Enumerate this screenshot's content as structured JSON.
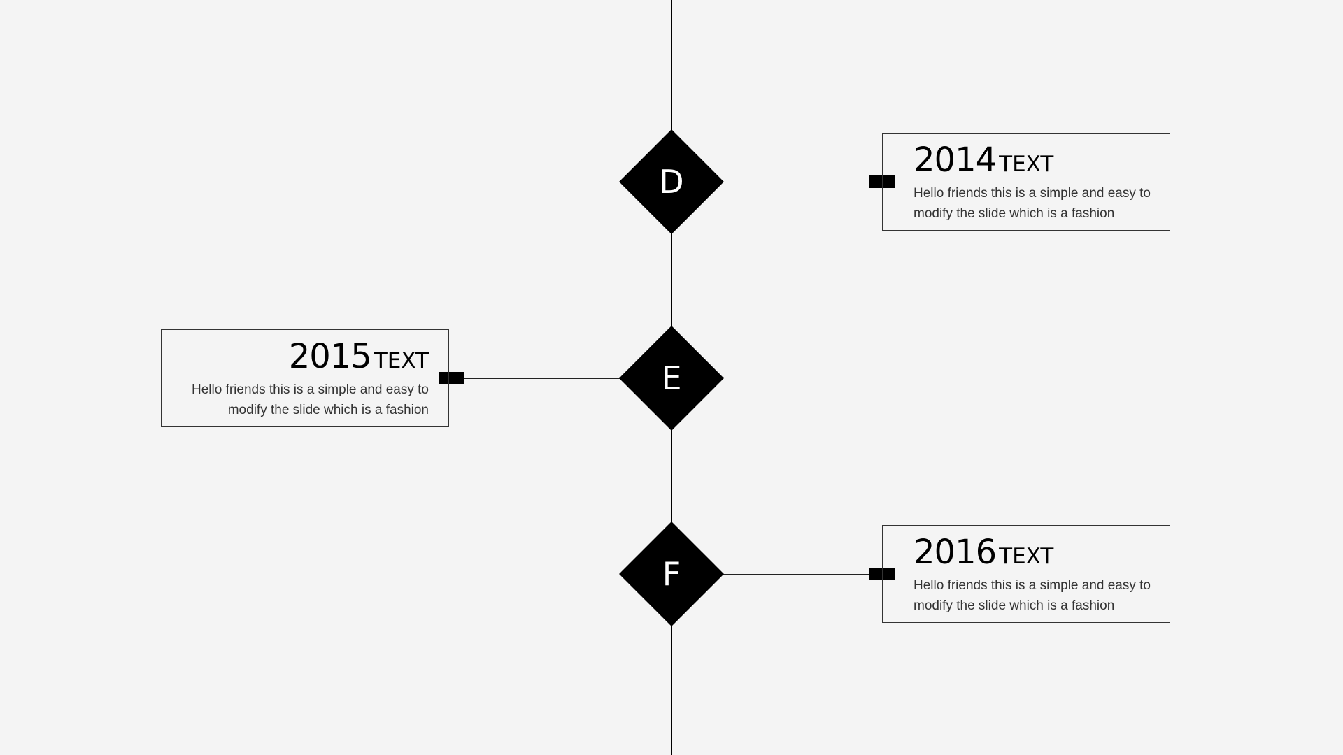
{
  "timeline": {
    "nodes": [
      {
        "letter": "D",
        "side": "right",
        "year": "2014",
        "label": "TEXT",
        "description": "Hello friends this is a simple and easy to modify the slide which is a fashion"
      },
      {
        "letter": "E",
        "side": "left",
        "year": "2015",
        "label": "TEXT",
        "description": "Hello friends this is a simple and easy to modify the slide which is a fashion"
      },
      {
        "letter": "F",
        "side": "right",
        "year": "2016",
        "label": "TEXT",
        "description": "Hello friends this is a simple and easy to modify the slide which is a fashion"
      }
    ]
  },
  "colors": {
    "background": "#f4f4f4",
    "node": "#000000",
    "node_text": "#ffffff",
    "line": "#000000"
  }
}
